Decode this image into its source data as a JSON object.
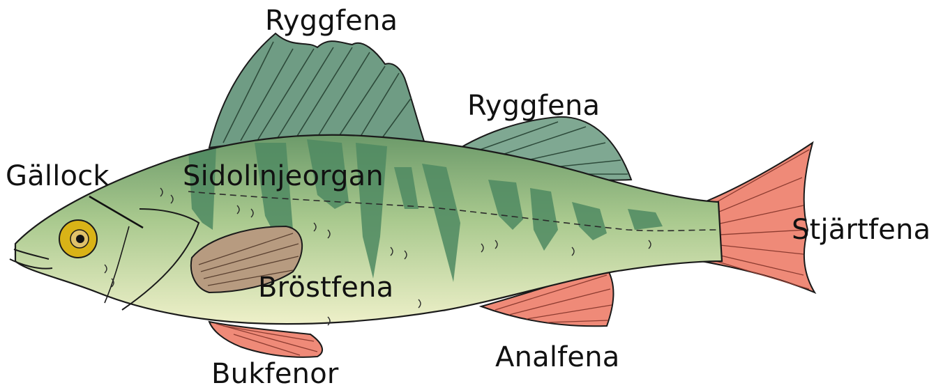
{
  "labels": {
    "ryggfena_front": "Ryggfena",
    "ryggfena_rear": "Ryggfena",
    "gallock": "Gällock",
    "sidolinjeorgan": "Sidolinjeorgan",
    "stjartfena": "Stjärtfena",
    "brostfena": "Bröstfena",
    "analfena": "Analfena",
    "bukfenor": "Bukfenor"
  },
  "colors": {
    "body_green": "#a9c98e",
    "belly": "#e6ecc4",
    "stripe_green": "#4f8a62",
    "fin_green": "#6f9c84",
    "fin_red": "#ef8a78",
    "eye_yellow": "#d9b317",
    "outline": "#1a1a1a"
  }
}
